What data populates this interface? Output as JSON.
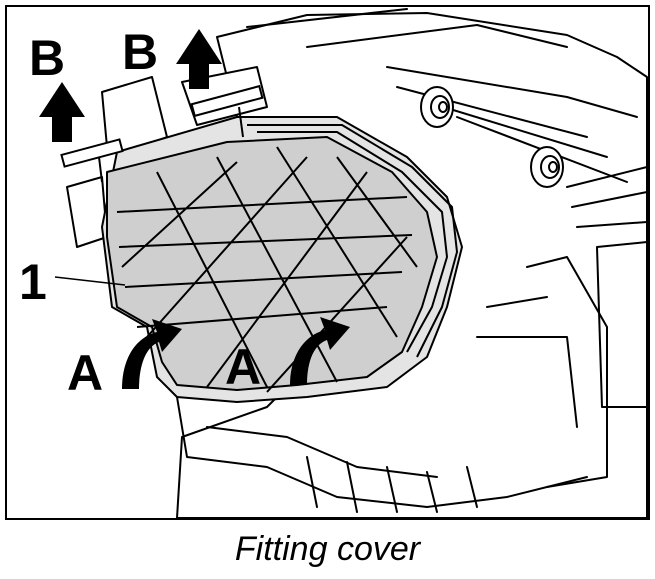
{
  "figure": {
    "callouts": {
      "b_left": "B",
      "b_right": "B",
      "item_1": "1",
      "a_left": "A",
      "a_right": "A"
    },
    "colors": {
      "cover_fill": "#cfcfcf",
      "line": "#000000",
      "background": "#ffffff"
    }
  },
  "caption": "Fitting cover"
}
